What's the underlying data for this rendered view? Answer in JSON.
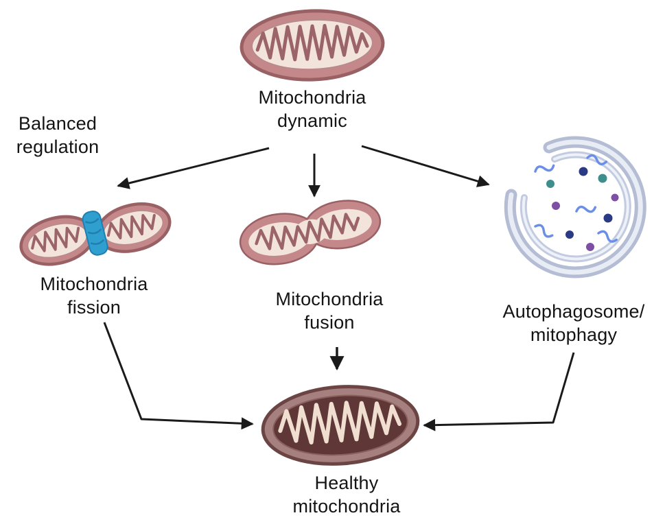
{
  "diagram": {
    "nodes": {
      "dynamic": {
        "label": "Mitochondria\ndynamic"
      },
      "balanced": {
        "label": "Balanced\nregulation"
      },
      "fission": {
        "label": "Mitochondria\nfission"
      },
      "fusion": {
        "label": "Mitochondria\nfusion"
      },
      "autophagosome": {
        "label": "Autophagosome/\nmitophagy"
      },
      "healthy": {
        "label": "Healthy\nmitochondria"
      }
    },
    "edges": [
      {
        "from": "Mitochondria dynamic",
        "to": "Mitochondria fission"
      },
      {
        "from": "Mitochondria dynamic",
        "to": "Mitochondria fusion"
      },
      {
        "from": "Mitochondria dynamic",
        "to": "Autophagosome/mitophagy"
      },
      {
        "from": "Mitochondria fission",
        "to": "Healthy mitochondria"
      },
      {
        "from": "Mitochondria fusion",
        "to": "Healthy mitochondria"
      },
      {
        "from": "Autophagosome/mitophagy",
        "to": "Healthy mitochondria"
      }
    ],
    "colors": {
      "background": "#ffffff",
      "arrow": "#1a1a1a",
      "mito_body": "#c4888b",
      "mito_border": "#9a6165",
      "mito_inner": "#f2e4da",
      "mito_cristae": "#9b6468",
      "fission_ring": "#2f9fd0",
      "fission_ring_border": "#1f7fae",
      "healthy_body": "#a5807e",
      "healthy_border": "#6b4543",
      "healthy_inner": "#5f3737",
      "healthy_cristae": "#f0dfd0",
      "phagophore_outer": "#b4bdd4",
      "phagophore_light": "#e8ecf5",
      "phagophore_inner": "#c3cbe0",
      "cargo_navy": "#2b3a85",
      "cargo_teal": "#3f8e8e",
      "cargo_purple": "#7e4fa2",
      "cargo_squiggle": "#6b8fe8"
    }
  }
}
